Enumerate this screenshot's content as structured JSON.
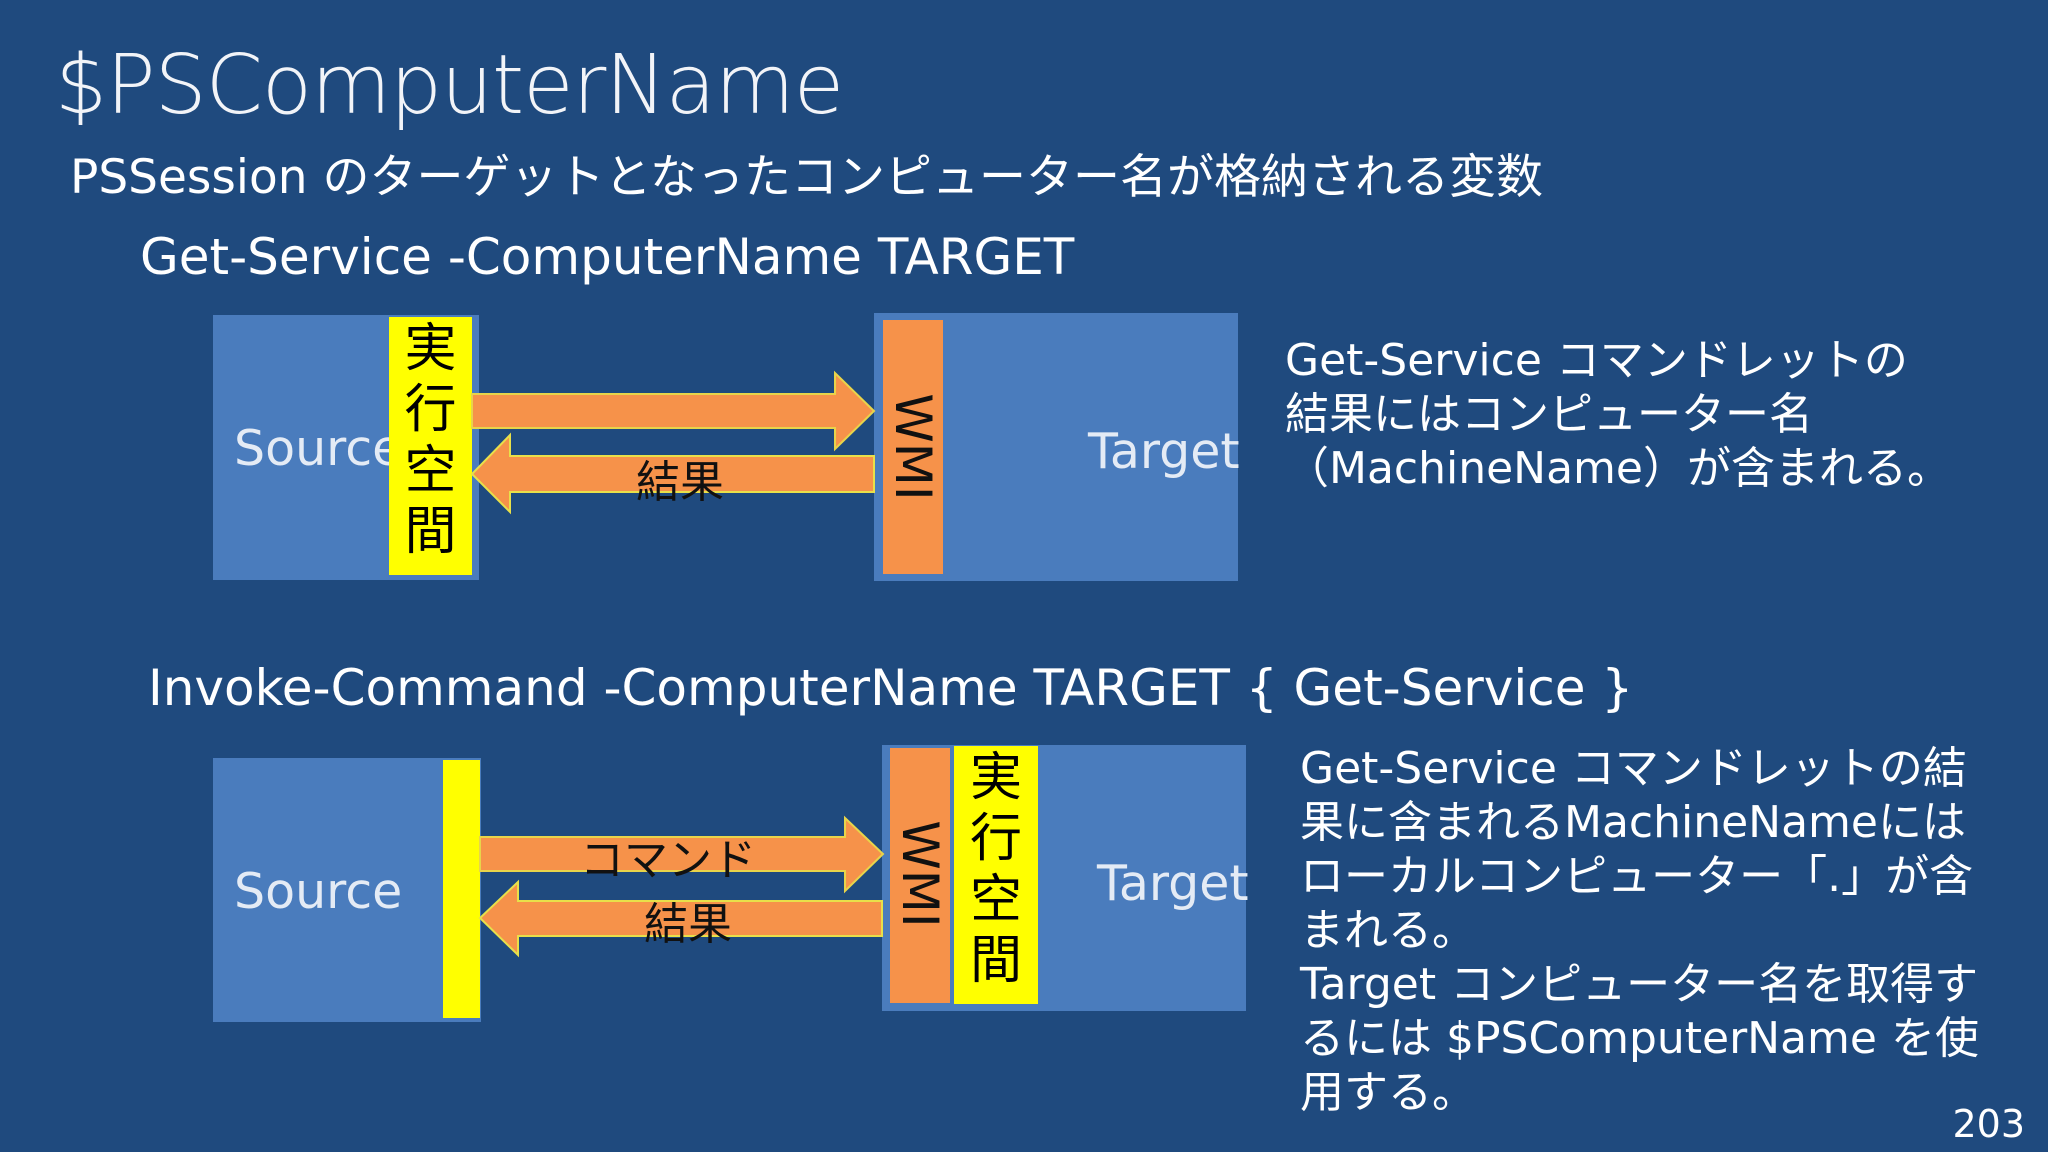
{
  "slide": {
    "title": "$PSComputerName",
    "subtitle": "PSSession のターゲットとなったコンピューター名が格納される変数",
    "page_number": "203"
  },
  "diagram1": {
    "command": "Get-Service -ComputerName TARGET",
    "source_label": "Source",
    "runspace_chars": [
      "実",
      "行",
      "空",
      "間"
    ],
    "wmi_label": "WMI",
    "target_label": "Target",
    "result_label": "結果",
    "description": "Get-Service コマンドレットの\n結果にはコンピューター名\n（MachineName）が含まれる。"
  },
  "diagram2": {
    "command": "Invoke-Command -ComputerName TARGET { Get-Service }",
    "source_label": "Source",
    "runspace_chars": [
      "実",
      "行",
      "空",
      "間"
    ],
    "wmi_label": "WMI",
    "target_label": "Target",
    "command_label": "コマンド",
    "result_label": "結果",
    "description": "Get-Service コマンドレットの結\n果に含まれるMachineNameには\nローカルコンピューター「.」が含\nまれる。\nTarget コンピューター名を取得す\nるには $PSComputerName を使\n用する。"
  },
  "colors": {
    "background": "#1f4a7e",
    "box": "#4a7cbd",
    "runspace": "#ffff00",
    "wmi": "#f6924a",
    "arrow": "#f6924a"
  }
}
